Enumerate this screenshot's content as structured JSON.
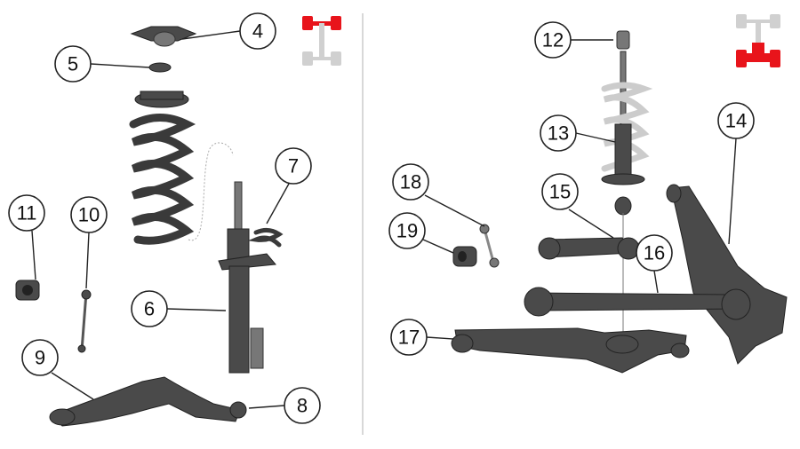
{
  "diagram": {
    "title": "Suspension parts diagram",
    "callouts": [
      {
        "id": "4",
        "label": "4"
      },
      {
        "id": "5",
        "label": "5"
      },
      {
        "id": "6",
        "label": "6"
      },
      {
        "id": "7",
        "label": "7"
      },
      {
        "id": "8",
        "label": "8"
      },
      {
        "id": "9",
        "label": "9"
      },
      {
        "id": "10",
        "label": "10"
      },
      {
        "id": "11",
        "label": "11"
      },
      {
        "id": "12",
        "label": "12"
      },
      {
        "id": "13",
        "label": "13"
      },
      {
        "id": "14",
        "label": "14"
      },
      {
        "id": "15",
        "label": "15"
      },
      {
        "id": "16",
        "label": "16"
      },
      {
        "id": "17",
        "label": "17"
      },
      {
        "id": "18",
        "label": "18"
      },
      {
        "id": "19",
        "label": "19"
      }
    ],
    "indicators": {
      "front": {
        "name": "front-axle-indicator",
        "highlight": "front"
      },
      "rear": {
        "name": "rear-axle-indicator",
        "highlight": "rear"
      }
    },
    "colors": {
      "highlight": "#e8141b",
      "inactive": "#cfcfcf",
      "part": "#4a4a4a"
    }
  }
}
